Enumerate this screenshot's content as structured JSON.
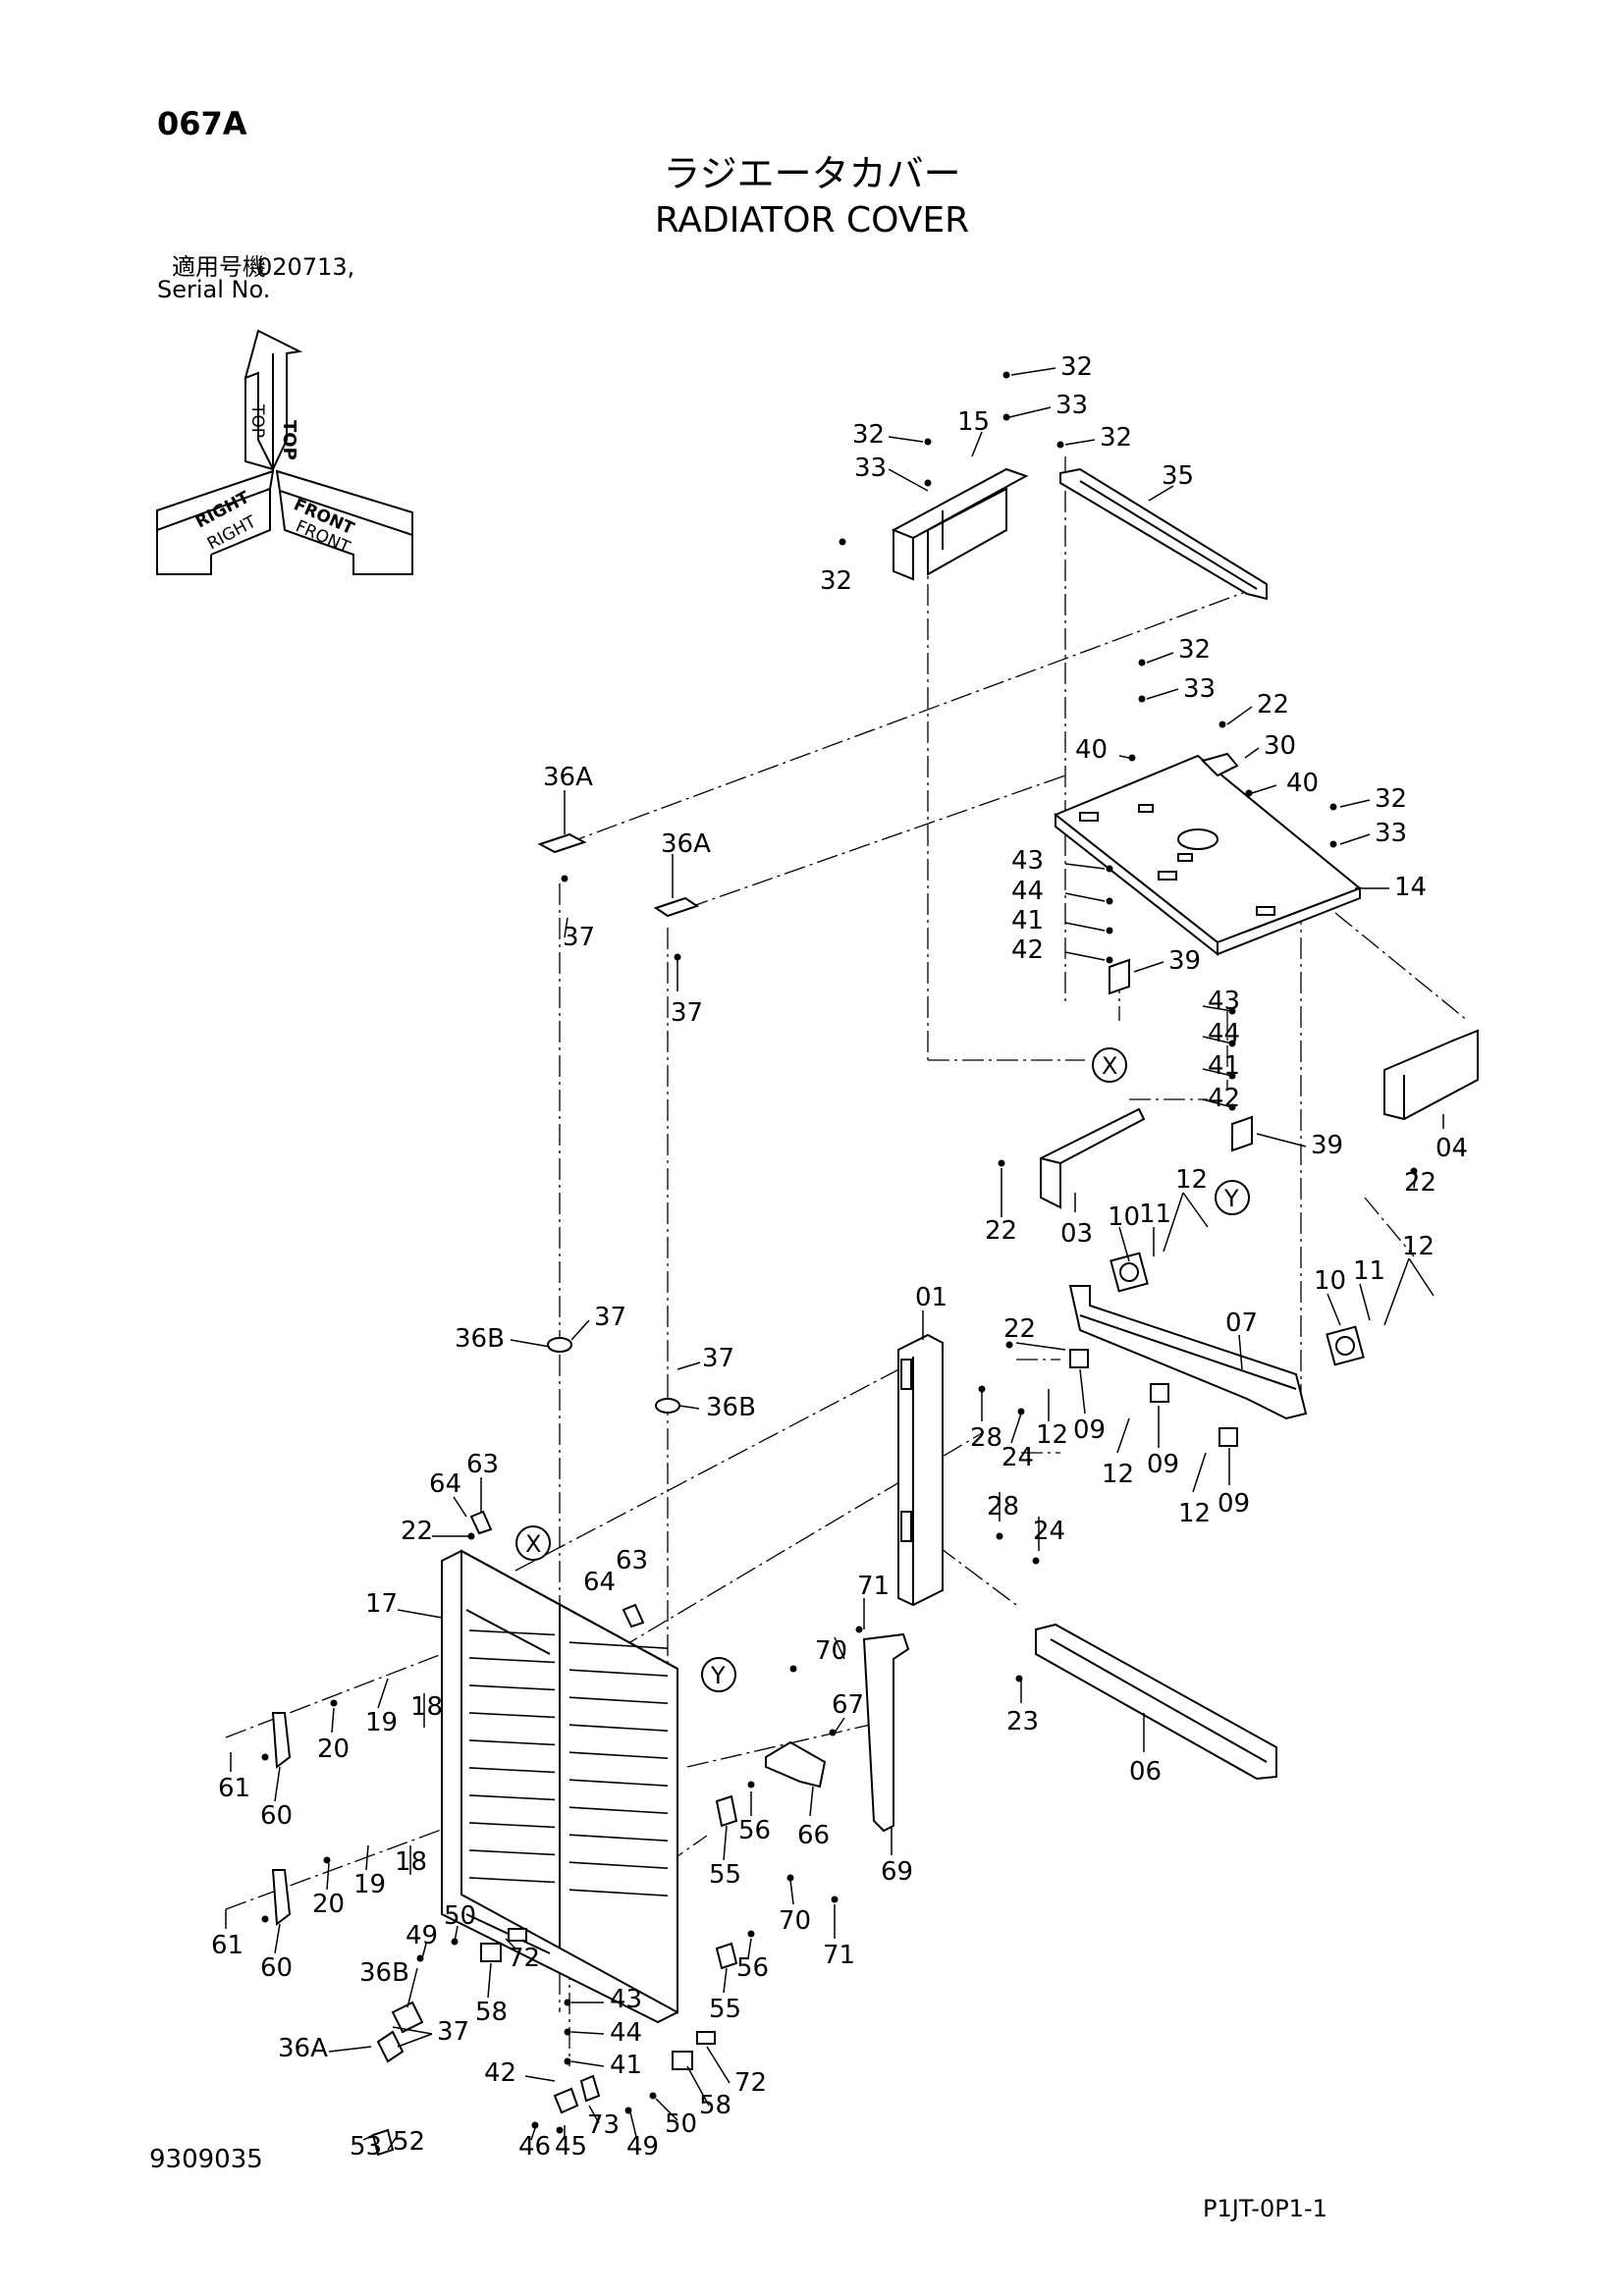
{
  "header": {
    "page_code": "067A",
    "title_jp": "ラジエータカバー",
    "title_en": "RADIATOR COVER",
    "serial_label_jp": "適用号機",
    "serial_number": "020713,",
    "serial_label_en": "Serial No."
  },
  "orientation": {
    "top": "TOP",
    "right": "RIGHT",
    "front": "FRONT"
  },
  "callouts": {
    "c32a": "32",
    "c33a": "33",
    "c32b": "32",
    "c15": "15",
    "c32c": "32",
    "c33b": "33",
    "c32d": "32",
    "c35": "35",
    "c32e": "32",
    "c33c": "33",
    "c22a": "22",
    "c30": "30",
    "c40a": "40",
    "c40b": "40",
    "c32f": "32",
    "c33d": "33",
    "c14": "14",
    "c43a": "43",
    "c44a": "44",
    "c41a": "41",
    "c42a": "42",
    "c39a": "39",
    "cXa": "X",
    "c43b": "43",
    "c44b": "44",
    "c41b": "41",
    "c42b": "42",
    "c39b": "39",
    "cYa": "Y",
    "c04": "04",
    "c22b": "22",
    "c22c": "22",
    "c03": "03",
    "c36Aa": "36A",
    "c37a": "37",
    "c36Ab": "36A",
    "c37b": "37",
    "c12a": "12",
    "c10a": "10",
    "c11a": "11",
    "c12b": "12",
    "c10b": "10",
    "c11b": "11",
    "c07": "07",
    "c01": "01",
    "c22d": "22",
    "c28a": "28",
    "c24a": "24",
    "c12c": "12",
    "c09a": "09",
    "c12d": "12",
    "c09b": "09",
    "c12e": "12",
    "c09c": "09",
    "c36Ba": "36B",
    "c37c": "37",
    "c37d": "37",
    "c36Bb": "36B",
    "c28b": "28",
    "c24b": "24",
    "c64a": "64",
    "c63a": "63",
    "c22e": "22",
    "cXb": "X",
    "c64b": "64",
    "c63b": "63",
    "c17": "17",
    "cYb": "Y",
    "c71a": "71",
    "c70a": "70",
    "c23": "23",
    "c06": "06",
    "c18a": "18",
    "c19a": "19",
    "c20a": "20",
    "c61a": "61",
    "c60a": "60",
    "c67": "67",
    "c66": "66",
    "c56a": "56",
    "c55a": "55",
    "c69": "69",
    "c18b": "18",
    "c19b": "19",
    "c20b": "20",
    "c61b": "61",
    "c60b": "60",
    "c70b": "70",
    "c71b": "71",
    "c49a": "49",
    "c50a": "50",
    "c72a": "72",
    "c58a": "58",
    "c56b": "56",
    "c55b": "55",
    "c36Bc": "36B",
    "c43c": "43",
    "c44c": "44",
    "c41c": "41",
    "c42c": "42",
    "c36Ac": "36A",
    "c37e": "37",
    "c72b": "72",
    "c58b": "58",
    "c50b": "50",
    "c49b": "49",
    "c73": "73",
    "c45": "45",
    "c46": "46",
    "c53": "53",
    "c52": "52"
  },
  "footer": {
    "drawing_number": "9309035",
    "page_id": "P1JT-0P1-1"
  }
}
